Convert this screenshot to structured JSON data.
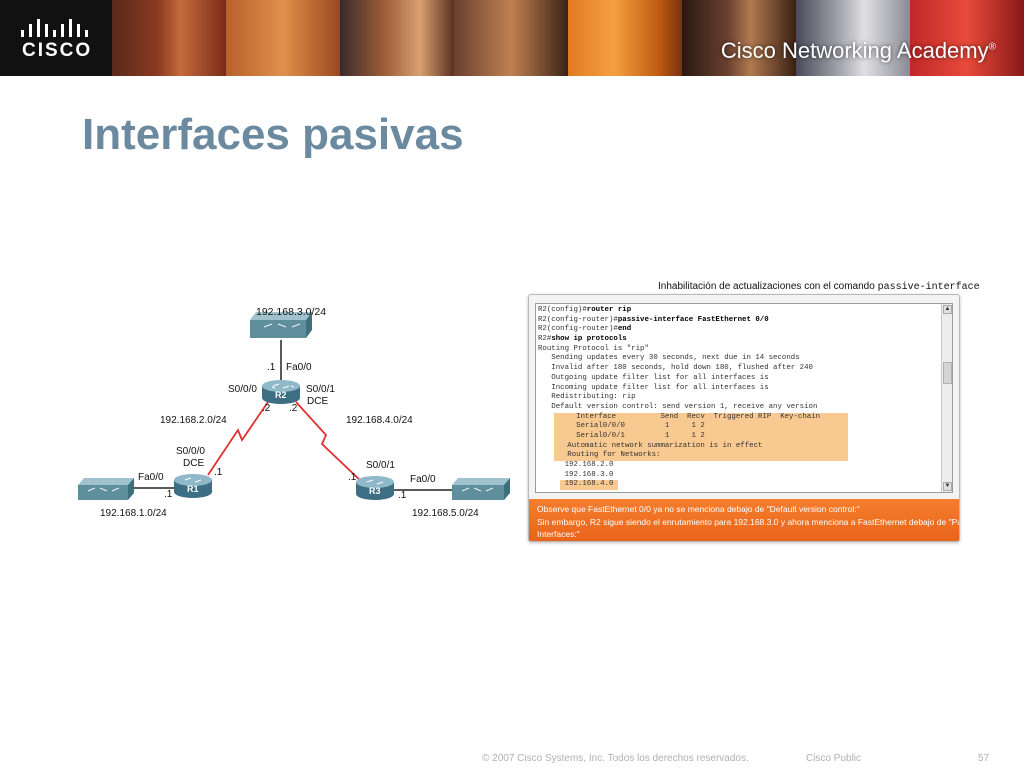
{
  "header": {
    "logo_text": "CISCO",
    "academy_text": "Cisco Networking Academy",
    "academy_mark": "®"
  },
  "title": "Interfaces pasivas",
  "diagram": {
    "labels": {
      "net_top": "192.168.3.0/24",
      "r2_fa_dot": ".1",
      "r2_fa": "Fa0/0",
      "r2_s000": "S0/0/0",
      "r2_s001": "S0/0/1",
      "r2_dce": "DCE",
      "r2_name": "R2",
      "r2_dot2a": ".2",
      "r2_dot2b": ".2",
      "net_left_link": "192.168.2.0/24",
      "net_right_link": "192.168.4.0/24",
      "r1_s000": "S0/0/0",
      "r1_dce": "DCE",
      "r1_dot1s": ".1",
      "r1_fa": "Fa0/0",
      "r1_dot1f": ".1",
      "r1_name": "R1",
      "net_left": "192.168.1.0/24",
      "r3_s001": "S0/0/1",
      "r3_dot1s": ".1",
      "r3_fa": "Fa0/0",
      "r3_dot1f": ".1",
      "r3_name": "R3",
      "net_right": "192.168.5.0/24"
    }
  },
  "panel": {
    "caption_text": "Inhabilitación de actualizaciones con el comando ",
    "caption_cmd": "passive-interface",
    "console": {
      "l1_prompt": "R2(config)#",
      "l1_cmd": "router rip",
      "l2_prompt": "R2(config-router)#",
      "l2_cmd": "passive-interface FastEthernet 0/0",
      "l3_prompt": "R2(config-router)#",
      "l3_cmd": "end",
      "l4_prompt": "R2#",
      "l4_cmd": "show ip protocols",
      "l5": "Routing Protocol is \"rip\"",
      "l6": "   Sending updates every 30 seconds, next due in 14 seconds",
      "l7": "   Invalid after 180 seconds, hold down 180, flushed after 240",
      "l8": "   Outgoing update filter list for all interfaces is",
      "l9": "   Incoming update filter list for all interfaces is",
      "l10": "   Redistributing: rip",
      "l11": "   Default version control: send version 1, receive any version",
      "l12": "     Interface          Send  Recv  Triggered RIP  Key-chain  ",
      "l13": "     Serial0/0/0         1     1 2                            ",
      "l14": "     Serial0/0/1         1     1 2                            ",
      "l15": "   Automatic network summarization is in effect               ",
      "l16": "   Routing for Networks:                                      ",
      "l17": "      192.168.2.0",
      "l18": "      192.168.3.0",
      "l19": " 192.168.4.0 ",
      "l19_indent": "     "
    },
    "note_line1": "Observe que FastEthernet 0/0 ya no se menciona debajo de \"Default version control:\"",
    "note_line2": "Sin embargo, R2 sigue siendo el enrutamiento para 192.168.3.0 y ahora menciona a FastEthernet debajo de \"Passive",
    "note_line3": "Interfaces:\""
  },
  "footer": {
    "copyright": "© 2007 Cisco Systems, Inc. Todos los derechos reservados.",
    "classification": "Cisco Public",
    "page_number": "57"
  },
  "colors": {
    "title": "#6b8aa0",
    "serial_link": "#e03030",
    "router": "#4a7f94",
    "switch": "#5f8f9c",
    "note_bg": "#f07028",
    "highlight": "#f8c990"
  }
}
